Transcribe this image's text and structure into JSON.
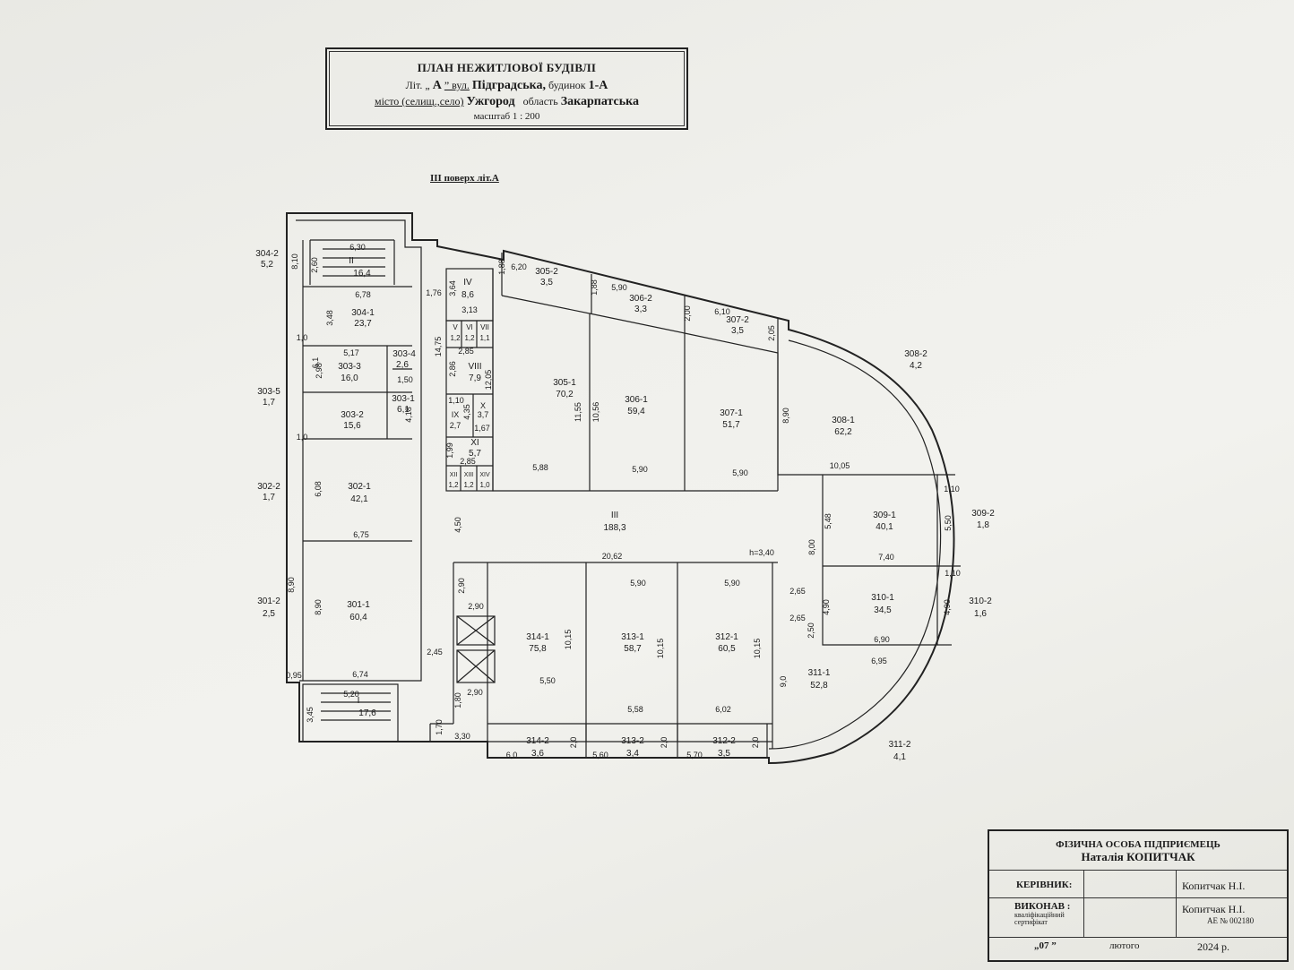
{
  "title": {
    "line1": "ПЛАН НЕЖИТЛОВОЇ БУДІВЛІ",
    "lit_prefix": "Літ. „",
    "lit": "А",
    "street_prefix": "” вул.",
    "street": "Підградська,",
    "house_prefix": "будинок",
    "house": "1-А",
    "city_prefix": "місто (селищ.,село)",
    "city": "Ужгород",
    "region_prefix": "область",
    "region": "Закарпатська",
    "scale": "масштаб 1 : 200"
  },
  "floor_label": "ІІІ  поверх літ.А",
  "rooms": {
    "r304_2": {
      "id": "304-2",
      "area": "5,2"
    },
    "r303_5": {
      "id": "303-5",
      "area": "1,7"
    },
    "r302_2": {
      "id": "302-2",
      "area": "1,7"
    },
    "r301_2": {
      "id": "301-2",
      "area": "2,5"
    },
    "rII": {
      "id": "ІІ",
      "area": "16,4"
    },
    "r304_1": {
      "id": "304-1",
      "area": "23,7"
    },
    "r303_3": {
      "id": "303-3",
      "area": "16,0"
    },
    "r303_4": {
      "id": "303-4",
      "area": "2,6"
    },
    "r303_2": {
      "id": "303-2",
      "area": "15,6"
    },
    "r303_1": {
      "id": "303-1",
      "area": "6,1"
    },
    "r302_1": {
      "id": "302-1",
      "area": "42,1"
    },
    "r301_1": {
      "id": "301-1",
      "area": "60,4"
    },
    "rI": {
      "id": "І",
      "area": "17,6"
    },
    "rIV": {
      "id": "IV",
      "area": "8,6"
    },
    "rV": {
      "id": "V",
      "area": "1,2"
    },
    "rVI": {
      "id": "VI",
      "area": "1,2"
    },
    "rVII": {
      "id": "VII",
      "area": "1,1"
    },
    "rVIII": {
      "id": "VIII",
      "area": "7,9"
    },
    "rIX": {
      "id": "IX",
      "area": "2,7"
    },
    "rX": {
      "id": "X",
      "area": "3,7"
    },
    "rXI": {
      "id": "XI",
      "area": "5,7"
    },
    "rXII": {
      "id": "XII",
      "area": "1,2"
    },
    "rXIII": {
      "id": "XIII",
      "area": "1,2"
    },
    "rXIV": {
      "id": "XIV",
      "area": "1,0"
    },
    "r305_2": {
      "id": "305-2",
      "area": "3,5"
    },
    "r306_2": {
      "id": "306-2",
      "area": "3,3"
    },
    "r307_2": {
      "id": "307-2",
      "area": "3,5"
    },
    "r308_2": {
      "id": "308-2",
      "area": "4,2"
    },
    "r305_1": {
      "id": "305-1",
      "area": "70,2"
    },
    "r306_1": {
      "id": "306-1",
      "area": "59,4"
    },
    "r307_1": {
      "id": "307-1",
      "area": "51,7"
    },
    "r308_1": {
      "id": "308-1",
      "area": "62,2"
    },
    "r309_1": {
      "id": "309-1",
      "area": "40,1"
    },
    "r309_2": {
      "id": "309-2",
      "area": "1,8"
    },
    "r310_1": {
      "id": "310-1",
      "area": "34,5"
    },
    "r310_2": {
      "id": "310-2",
      "area": "1,6"
    },
    "rIII": {
      "id": "ІІІ",
      "area": "188,3"
    },
    "r314_1": {
      "id": "314-1",
      "area": "75,8"
    },
    "r313_1": {
      "id": "313-1",
      "area": "58,7"
    },
    "r312_1": {
      "id": "312-1",
      "area": "60,5"
    },
    "r311_1": {
      "id": "311-1",
      "area": "52,8"
    },
    "r311_2": {
      "id": "311-2",
      "area": "4,1"
    },
    "r314_2": {
      "id": "314-2",
      "area": "3,6"
    },
    "r313_2": {
      "id": "313-2",
      "area": "3,4"
    },
    "r312_2": {
      "id": "312-2",
      "area": "3,5"
    }
  },
  "dims": [
    "8,10",
    "6,30",
    "2,60",
    "6,78",
    "3,48",
    "1,0",
    "5,17",
    "6,1",
    "2,98",
    "1,50",
    "4,18",
    "1,0",
    "6,08",
    "6,75",
    "8,90",
    "8,90",
    "6,74",
    "0,95",
    "5,20",
    "3,45",
    "1,76",
    "3,64",
    "3,13",
    "14,75",
    "2,85",
    "2,86",
    "12,05",
    "1,10",
    "4,35",
    "1,67",
    "1,99",
    "2,85",
    "4,50",
    "1,88",
    "6,20",
    "1,88",
    "5,90",
    "2,00",
    "6,10",
    "2,05",
    "11,55",
    "10,56",
    "8,90",
    "5,88",
    "5,90",
    "5,90",
    "10,05",
    "5,48",
    "8,00",
    "5,50",
    "1,10",
    "7,40",
    "1,10",
    "4,90",
    "4,90",
    "6,90",
    "6,95",
    "h=3,40",
    "20,62",
    "2,90",
    "2,90",
    "2,45",
    "1,80",
    "2,90",
    "1,70",
    "3,30",
    "5,90",
    "5,90",
    "2,65",
    "2,65",
    "2,50",
    "10,15",
    "10,15",
    "10,15",
    "9,0",
    "5,50",
    "5,58",
    "6,02",
    "6,0",
    "2,0",
    "5,60",
    "2,0",
    "5,70",
    "2,0"
  ],
  "stamp": {
    "org": "ФІЗИЧНА ОСОБА ПІДПРИЄМЕЦЬ",
    "name": "Наталія КОПИТЧАК",
    "head_label": "КЕРІВНИК:",
    "head_value": "Копитчак Н.І.",
    "exec_label": "ВИКОНАВ :",
    "exec_sub": "кваліфікаційний сертифікат",
    "exec_value": "Копитчак Н.І.",
    "cert": "АЕ  № 002180",
    "day": "„07 ”",
    "month": "лютого",
    "year": "2024 р."
  }
}
